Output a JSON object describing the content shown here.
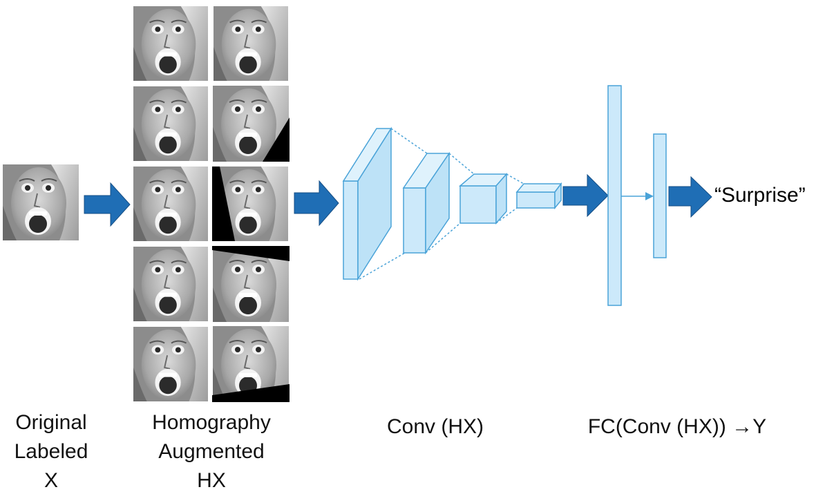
{
  "output": {
    "text": "“Surprise”"
  },
  "captions": {
    "original": [
      "Original",
      "Labeled",
      "X"
    ],
    "homography": [
      "Homography",
      "Augmented",
      "HX"
    ],
    "conv": "Conv (HX)",
    "fc": "FC(Conv (HX)) →Y"
  },
  "colors": {
    "arrow": "#1f6eb5",
    "block_fill": "#cce9fa",
    "block_stroke": "#4aa3d8",
    "photo": "#9a9a9a",
    "photo_dark": "#000000"
  },
  "icons": {
    "face": "face-photo",
    "arrow": "block-arrow"
  }
}
